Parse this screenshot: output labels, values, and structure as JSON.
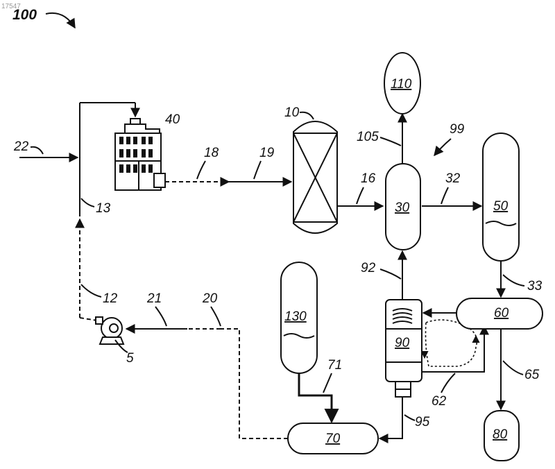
{
  "page_id": "17547",
  "figure_ref": "100",
  "system_ref": "99",
  "units": {
    "u10": "10",
    "u30": "30",
    "u40": "40",
    "u50": "50",
    "u60": "60",
    "u70": "70",
    "u80": "80",
    "u90": "90",
    "u110": "110",
    "u130": "130",
    "u5": "5"
  },
  "streams": {
    "s12": "12",
    "s13": "13",
    "s16": "16",
    "s18": "18",
    "s19": "19",
    "s20": "20",
    "s21": "21",
    "s22": "22",
    "s32": "32",
    "s33": "33",
    "s62": "62",
    "s65": "65",
    "s71": "71",
    "s92": "92",
    "s95": "95",
    "s105": "105"
  }
}
